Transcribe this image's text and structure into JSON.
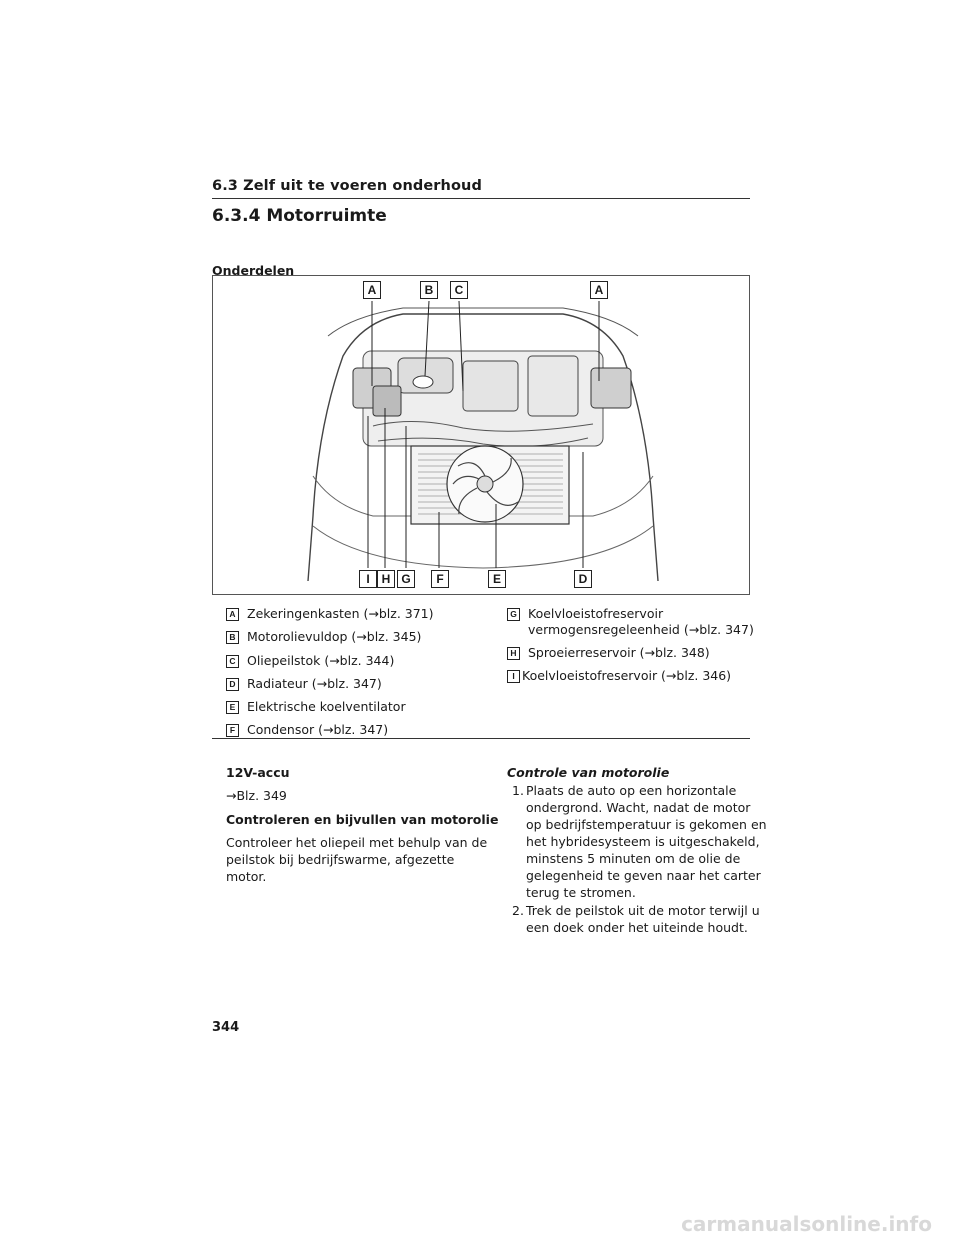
{
  "header": {
    "section_title": "6.3 Zelf uit te voeren onderhoud"
  },
  "heading": "6.3.4 Motorruimte",
  "subheading": "Onderdelen",
  "figure": {
    "top_labels": [
      "A",
      "B",
      "C",
      "A"
    ],
    "bottom_labels": [
      "I",
      "H",
      "G",
      "F",
      "E",
      "D"
    ]
  },
  "legend": {
    "left": [
      {
        "key": "A",
        "text": "Zekeringenkasten (→blz. 371)"
      },
      {
        "key": "B",
        "text": "Motorolievuldop (→blz. 345)"
      },
      {
        "key": "C",
        "text": "Oliepeilstok (→blz. 344)"
      },
      {
        "key": "D",
        "text": "Radiateur (→blz. 347)"
      },
      {
        "key": "E",
        "text": "Elektrische koelventilator"
      },
      {
        "key": "F",
        "text": "Condensor (→blz. 347)"
      }
    ],
    "right": [
      {
        "key": "G",
        "text": "Koelvloeistofreservoir",
        "text2": "vermogensregeleenheid (→blz. 347)"
      },
      {
        "key": "H",
        "text": "Sproeierreservoir (→blz. 348)"
      },
      {
        "key": "I",
        "text": "Koelvloeistofreservoir (→blz. 346)"
      }
    ]
  },
  "left_column": {
    "accu_title": "12V-accu",
    "accu_ref": "→Blz. 349",
    "oil_title": "Controleren en bijvullen van motorolie",
    "oil_text_1": "Controleer het oliepeil met behulp van de",
    "oil_text_2": "peilstok bij bedrijfswarme, afgezette",
    "oil_text_3": "motor."
  },
  "right_column": {
    "title": "Controle van motorolie",
    "steps": [
      {
        "num": "1.",
        "lines": [
          "Plaats de auto op een horizontale",
          "ondergrond. Wacht, nadat de motor",
          "op bedrijfstemperatuur is gekomen en",
          "het hybridesysteem is uitgeschakeld,",
          "minstens 5 minuten om de olie de",
          "gelegenheid te geven naar het carter",
          "terug te stromen."
        ]
      },
      {
        "num": "2.",
        "lines": [
          "Trek de peilstok uit de motor terwijl u",
          "een doek onder het uiteinde houdt."
        ]
      }
    ]
  },
  "page_number": "344",
  "watermark": "carmanualsonline.info"
}
